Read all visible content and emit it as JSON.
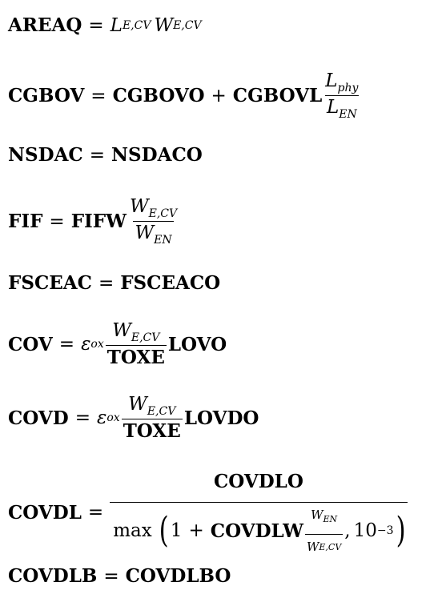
{
  "equations": {
    "areaq": {
      "lhs": "AREAQ",
      "eq": "=",
      "t1": "L",
      "t1sub": "E,CV",
      "t2": "W",
      "t2sub": "E,CV"
    },
    "cgbov": {
      "lhs": "CGBOV",
      "eq": "=",
      "t1": "CGBOVO",
      "plus": "+",
      "t2": "CGBOVL",
      "num": "L",
      "numsub": "phy",
      "den": "L",
      "densub": "EN"
    },
    "nsdac": {
      "lhs": "NSDAC",
      "eq": "=",
      "rhs": "NSDACO"
    },
    "fif": {
      "lhs": "FIF",
      "eq": "=",
      "t1": "FIFW",
      "num": "W",
      "numsub": "E,CV",
      "den": "W",
      "densub": "EN"
    },
    "fsceac": {
      "lhs": "FSCEAC",
      "eq": "=",
      "rhs": "FSCEACO"
    },
    "cov": {
      "lhs": "COV",
      "eq": "=",
      "eps": "ε",
      "epssub": "ox",
      "num": "W",
      "numsub": "E,CV",
      "den": "TOXE",
      "tail": "LOVO"
    },
    "covd": {
      "lhs": "COVD",
      "eq": "=",
      "eps": "ε",
      "epssub": "ox",
      "num": "W",
      "numsub": "E,CV",
      "den": "TOXE",
      "tail": "LOVDO"
    },
    "covdl": {
      "lhs": "COVDL",
      "eq": "=",
      "num": "COVDLO",
      "max": "max",
      "lp": "(",
      "one": "1",
      "plus": "+",
      "t": "COVDLW",
      "fnum": "W",
      "fnumsub": "EN",
      "fden": "W",
      "fdensub": "E,CV",
      "comma": ",",
      "ten": "10",
      "exp": "−3",
      "rp": ")"
    },
    "covdlb": {
      "lhs": "COVDLB",
      "eq": "=",
      "rhs": "COVDLBO"
    }
  }
}
